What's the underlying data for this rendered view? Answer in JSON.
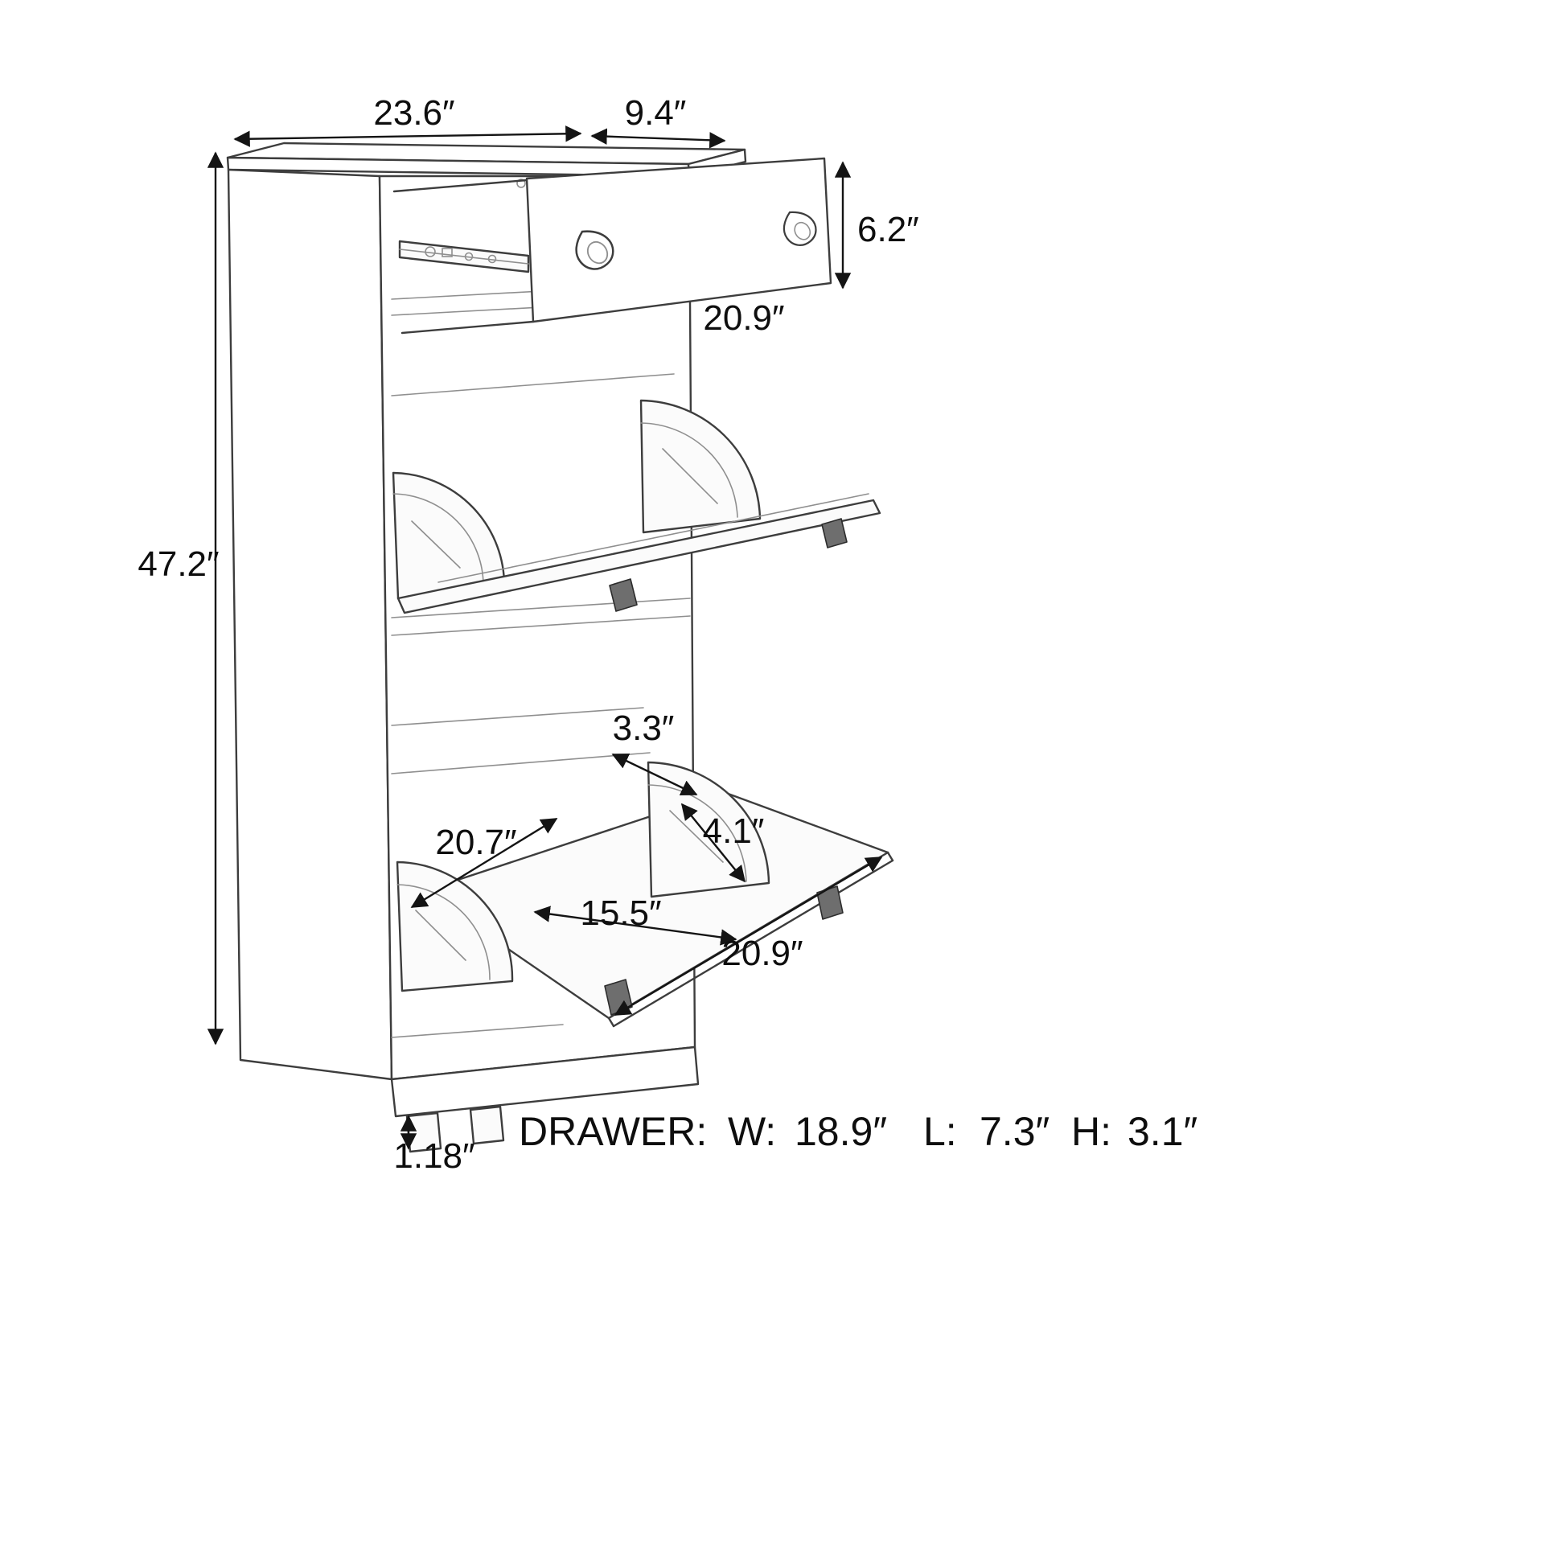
{
  "page": {
    "background": "#ffffff",
    "line_color": "#3d3d3d",
    "text_color": "#0e0e0e"
  },
  "diagram": {
    "type": "technical-drawing",
    "subject": "Shoe storage cabinet with pull-out drawer and two flip-down doors, dimension diagram",
    "dims": {
      "top_width": "23.6″",
      "top_depth": "9.4″",
      "drawer_front_height": "6.2″",
      "drawer_front_width": "20.9″",
      "overall_height": "47.2″",
      "door_gap": "3.3″",
      "door_bracket_depth": "4.1″",
      "door_side_length": "20.7″",
      "door_inner_width": "15.5″",
      "door_front_width": "20.9″",
      "leg_height": "1.18″"
    },
    "footer": {
      "label": "DRAWER:",
      "w_label": "W:",
      "w_value": "18.9″",
      "l_label": "L:",
      "l_value": "7.3″",
      "h_label": "H:",
      "h_value": "3.1″"
    }
  }
}
